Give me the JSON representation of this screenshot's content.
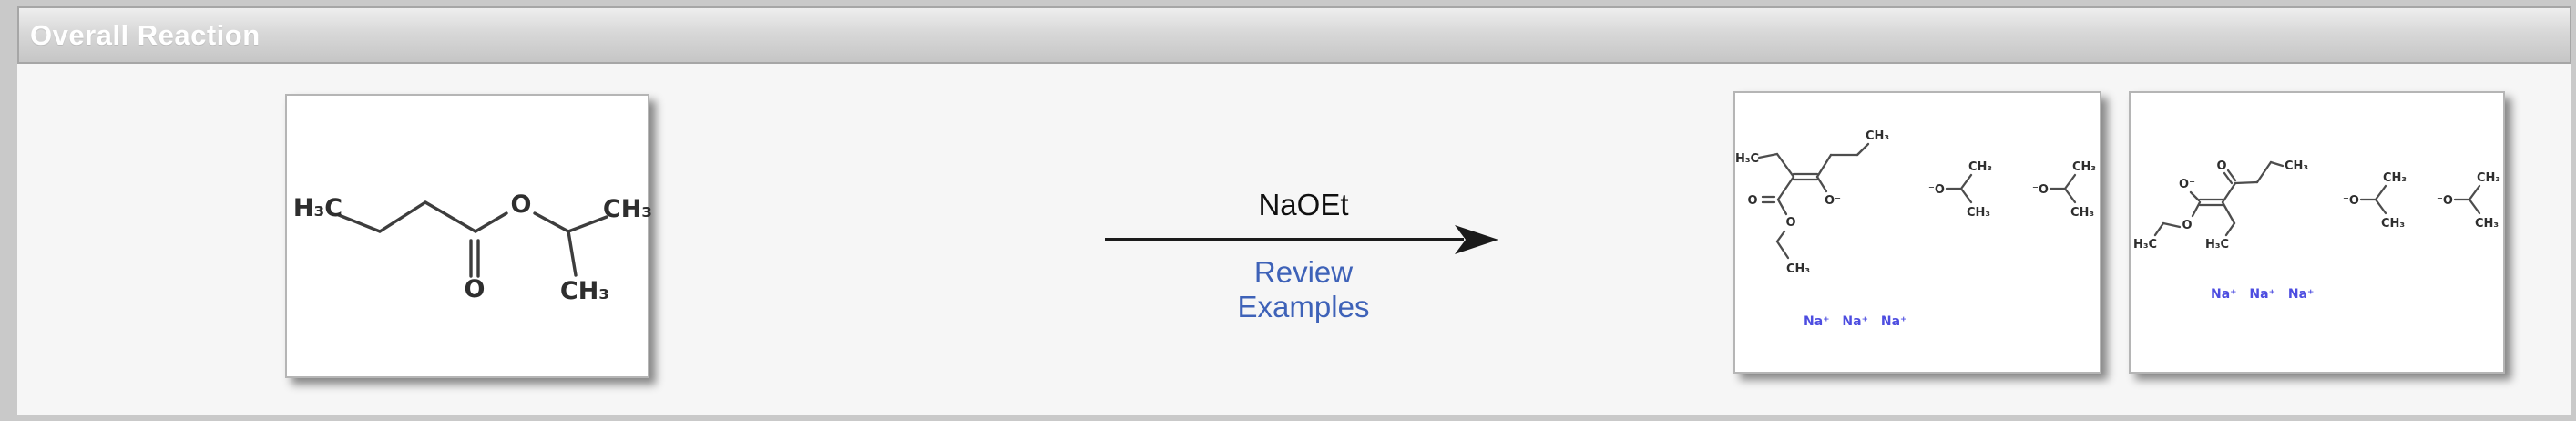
{
  "header": {
    "title": "Overall Reaction"
  },
  "arrow": {
    "reagent": "NaOEt",
    "link_label": "Review Examples"
  },
  "atoms": {
    "h3c": "H₃C",
    "ch3": "CH₃",
    "o": "O",
    "o_minus": "O⁻",
    "minus_o": "⁻O",
    "na_row": "Na⁺  Na⁺  Na⁺"
  },
  "colors": {
    "heteroatom_red": "#e2423b",
    "sodium_blue": "#4d4de0",
    "link_blue": "#3e62b8",
    "bond_gray": "#3d3d3d",
    "panel_bg": "#f6f6f6",
    "header_text": "#ffffff"
  }
}
